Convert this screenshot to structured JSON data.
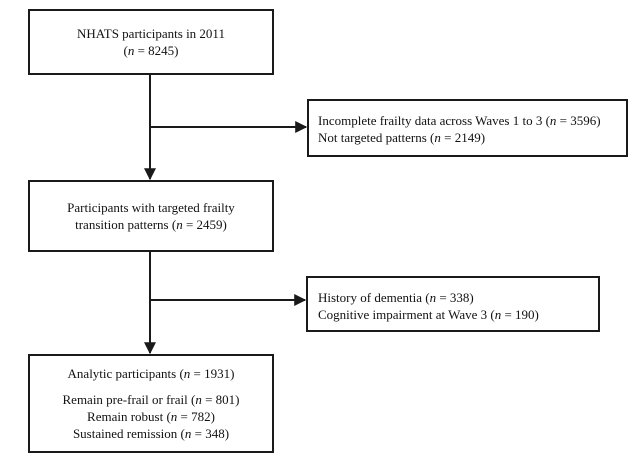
{
  "box1": {
    "title": "NHATS participants in 2011",
    "count_open": "(",
    "count_n": "n",
    "count_rest": " = 8245)"
  },
  "box2": {
    "line1_pre": "Incomplete frailty data across Waves 1 to 3 (",
    "line1_n": "n",
    "line1_post": " = 3596)",
    "line2_pre": "Not targeted patterns (",
    "line2_n": "n",
    "line2_post": " = 2149)"
  },
  "box3": {
    "line1": "Participants with targeted frailty",
    "line2_pre": "transition patterns (",
    "line2_n": "n",
    "line2_post": " = 2459)"
  },
  "box4": {
    "line1_pre": "History of dementia (",
    "line1_n": "n",
    "line1_post": " = 338)",
    "line2_pre": "Cognitive impairment at Wave 3 (",
    "line2_n": "n",
    "line2_post": " = 190)"
  },
  "box5": {
    "line1_pre": "Analytic participants (",
    "line1_n": "n",
    "line1_post": " = 1931)",
    "line2_pre": "Remain pre-frail or frail (",
    "line2_n": "n",
    "line2_post": " = 801)",
    "line3_pre": "Remain robust (",
    "line3_n": "n",
    "line3_post": " = 782)",
    "line4_pre": "Sustained remission (",
    "line4_n": "n",
    "line4_post": " = 348)"
  },
  "colors": {
    "stroke": "#1a1a1a",
    "background": "#ffffff"
  }
}
